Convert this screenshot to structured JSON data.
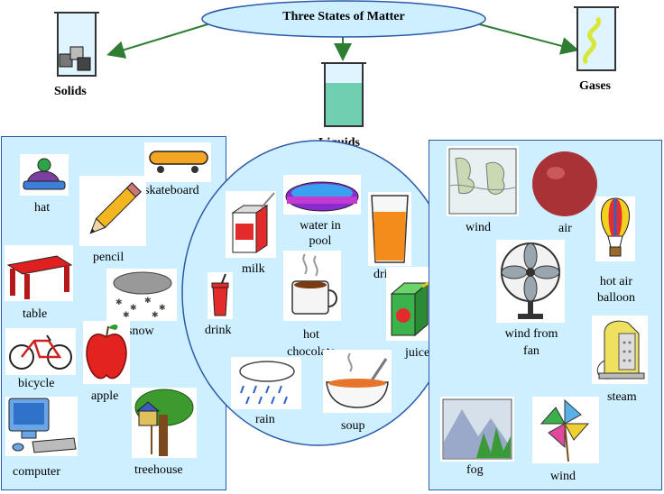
{
  "title": "Three States of Matter",
  "categories": {
    "solids": "Solids",
    "liquids": "Liquids",
    "gases": "Gases"
  },
  "solids": {
    "hat": "hat",
    "skateboard": "skateboard",
    "pencil": "pencil",
    "table": "table",
    "snow": "snow",
    "bicycle": "bicycle",
    "apple": "apple",
    "computer": "computer",
    "treehouse": "treehouse"
  },
  "liquids": {
    "milk": "milk",
    "water_in_pool_1": "water in",
    "water_in_pool_2": "pool",
    "drink_top": "dri",
    "drink_left": "drink",
    "hot_chocolate_1": "hot",
    "hot_chocolate_2": "chocolate",
    "juice": "juice",
    "rain": "rain",
    "soup": "soup"
  },
  "gases": {
    "wind_map": "wind",
    "air": "air",
    "hot_air_balloon_1": "hot air",
    "hot_air_balloon_2": "balloon",
    "wind_from_fan_1": "wind from",
    "wind_from_fan_2": "fan",
    "steam": "steam",
    "fog": "fog",
    "wind_pinwheel": "wind"
  },
  "colors": {
    "panel_fill": "#cdefff",
    "border": "#2b5aa8",
    "arrow": "#2e7d32",
    "oval_fill": "#cdefff"
  }
}
